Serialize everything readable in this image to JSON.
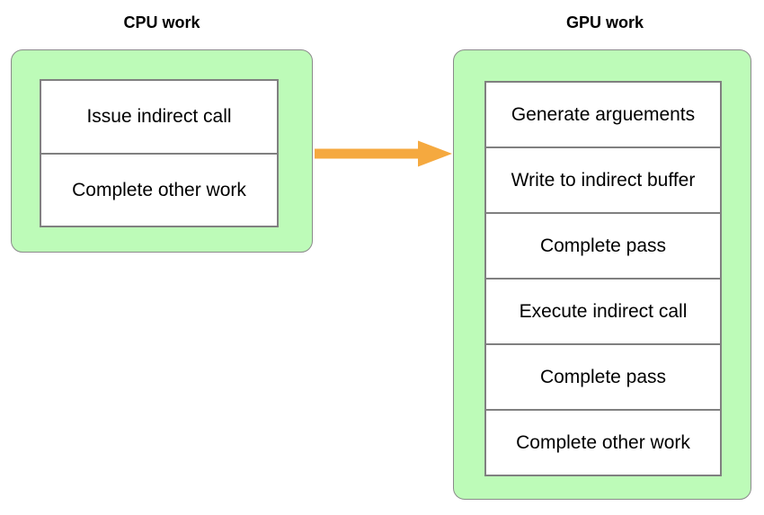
{
  "diagram": {
    "title_hidden": "",
    "colors": {
      "group_fill": "#BDFBB8",
      "group_border": "#8a8a8a",
      "step_border": "#808080",
      "step_fill": "#ffffff",
      "arrow": "#F5A93F",
      "text": "#000000"
    }
  },
  "cpu_column": {
    "title": "CPU work",
    "steps": [
      {
        "label": "Issue indirect call"
      },
      {
        "label": "Complete other work"
      }
    ]
  },
  "gpu_column": {
    "title": "GPU work",
    "steps": [
      {
        "label": "Generate arguements"
      },
      {
        "label": "Write to indirect buffer"
      },
      {
        "label": "Complete pass"
      },
      {
        "label": "Execute indirect call"
      },
      {
        "label": "Complete pass"
      },
      {
        "label": "Complete other work"
      }
    ]
  },
  "connector": {
    "name": "cpu-to-gpu-arrow",
    "direction": "right",
    "label": ""
  }
}
